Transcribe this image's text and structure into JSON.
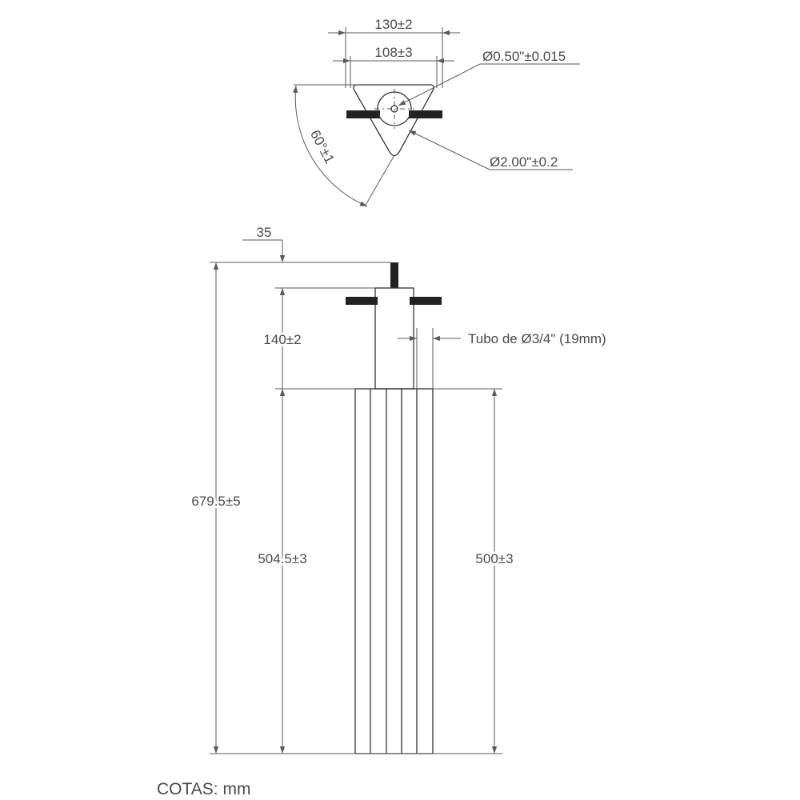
{
  "top_view": {
    "dim_outer_width": "130±2",
    "dim_inner_width": "108±3",
    "dim_bolt_diameter": "Ø0.50\"±0.015",
    "dim_hub_diameter": "Ø2.00\"±0.2",
    "dim_angle": "60°±1"
  },
  "side_view": {
    "dim_top_offset": "35",
    "dim_upper_length": "140±2",
    "dim_total_length": "679.5±5",
    "dim_lower_length": "504.5±3",
    "dim_tube_length": "500±3",
    "tube_label": "Tubo de Ø3/4\" (19mm)"
  },
  "footer": {
    "units_note": "COTAS: mm"
  },
  "colors": {
    "line": "#5a5a5a",
    "part_outline": "#333333",
    "solid_bar": "#222222",
    "text": "#4a4a4a"
  }
}
